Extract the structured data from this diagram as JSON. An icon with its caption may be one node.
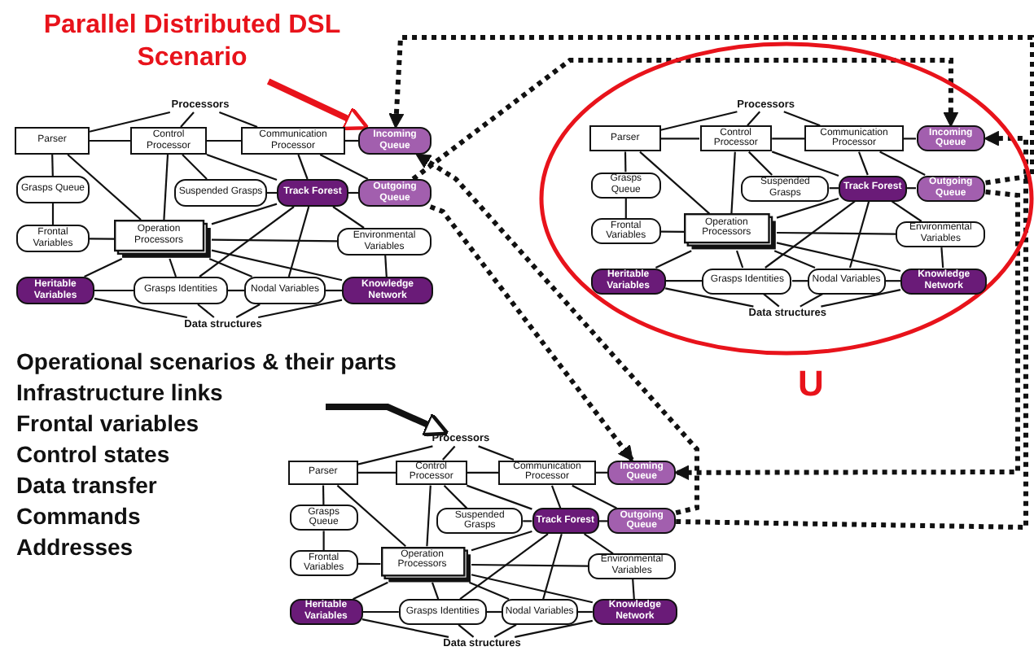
{
  "diagram": {
    "nodes": [
      {
        "text": [
          "Parallel Distributed DSL Scenario"
        ]
      },
      {
        "text": [
          "Processors"
        ]
      },
      {
        "text": [
          "Parser"
        ]
      },
      {
        "text": [
          "Control Processor"
        ]
      },
      {
        "text": [
          "Communication Processor"
        ]
      },
      {
        "text": [
          "Incoming Queue"
        ]
      },
      {
        "text": [
          "Grasps Queue"
        ]
      },
      {
        "text": [
          "Suspended Grasps"
        ]
      },
      {
        "text": [
          "Track Forest"
        ]
      },
      {
        "text": [
          "Outgoing Queue"
        ]
      },
      {
        "text": [
          "Frontal Variables"
        ]
      },
      {
        "text": [
          "Operation Processors"
        ]
      },
      {
        "text": [
          "Environmental Variables"
        ]
      },
      {
        "text": [
          "Heritable Variables"
        ]
      },
      {
        "text": [
          "Grasps Identities"
        ]
      },
      {
        "text": [
          "Nodal Variables"
        ]
      },
      {
        "text": [
          "Knowledge Network"
        ]
      },
      {
        "text": [
          "Data structures"
        ]
      },
      {
        "text": [
          "U"
        ]
      },
      {
        "text": [
          "Processors"
        ],
        "in": 18
      },
      {
        "text": [
          "Parser"
        ],
        "in": 18
      },
      {
        "text": [
          "Control Processor"
        ],
        "in": 18
      },
      {
        "text": [
          "Communication Processor"
        ],
        "in": 18
      },
      {
        "text": [
          "Incoming Queue"
        ],
        "in": 18
      },
      {
        "text": [
          "Grasps Queue"
        ],
        "in": 18
      },
      {
        "text": [
          "Suspended Grasps"
        ],
        "in": 18
      },
      {
        "text": [
          "Track Forest"
        ],
        "in": 18
      },
      {
        "text": [
          "Outgoing Queue"
        ],
        "in": 18
      },
      {
        "text": [
          "Frontal Variables"
        ],
        "in": 18
      },
      {
        "text": [
          "Operation Processors"
        ],
        "in": 18
      },
      {
        "text": [
          "Environmental Variables"
        ],
        "in": 18
      },
      {
        "text": [
          "Heritable Variables"
        ],
        "in": 18
      },
      {
        "text": [
          "Grasps Identities"
        ],
        "in": 18
      },
      {
        "text": [
          "Nodal Variables"
        ],
        "in": 18
      },
      {
        "text": [
          "Knowledge Network"
        ],
        "in": 18
      },
      {
        "text": [
          "Data structures"
        ],
        "in": 18
      },
      {
        "text": [
          "Operational scenarios & their parts",
          "Infrastructure links",
          "Frontal variables",
          "Control states",
          "Data transfer",
          "Commands",
          "Addresses"
        ]
      },
      {
        "text": [
          "Processors"
        ]
      },
      {
        "text": [
          "Parser"
        ]
      },
      {
        "text": [
          "Control Processor"
        ]
      },
      {
        "text": [
          "Communication Processor"
        ]
      },
      {
        "text": [
          "Incoming Queue"
        ]
      },
      {
        "text": [
          "Grasps Queue"
        ]
      },
      {
        "text": [
          "Suspended Grasps"
        ]
      },
      {
        "text": [
          "Track Forest"
        ]
      },
      {
        "text": [
          "Outgoing Queue"
        ]
      },
      {
        "text": [
          "Frontal Variables"
        ]
      },
      {
        "text": [
          "Operation Processors"
        ]
      },
      {
        "text": [
          "Environmental Variables"
        ]
      },
      {
        "text": [
          "Heritable Variables"
        ]
      },
      {
        "text": [
          "Grasps Identities"
        ]
      },
      {
        "text": [
          "Nodal Variables"
        ]
      },
      {
        "text": [
          "Knowledge Network"
        ]
      },
      {
        "text": [
          "Data structures"
        ]
      }
    ],
    "edges": [
      {
        "from": 0,
        "to": 5,
        "arrow": "to",
        "style": "thick",
        "color": "#e8131b"
      },
      {
        "from": 1,
        "to": 2,
        "arrow": "none"
      },
      {
        "from": 1,
        "to": 3,
        "arrow": "none"
      },
      {
        "from": 1,
        "to": 4,
        "arrow": "none"
      },
      {
        "from": 2,
        "to": 3,
        "arrow": "none"
      },
      {
        "from": 3,
        "to": 4,
        "arrow": "none"
      },
      {
        "from": 4,
        "to": 5,
        "arrow": "none"
      },
      {
        "from": 2,
        "to": 6,
        "arrow": "none"
      },
      {
        "from": 6,
        "to": 10,
        "arrow": "none"
      },
      {
        "from": 10,
        "to": 11,
        "arrow": "none"
      },
      {
        "from": 2,
        "to": 11,
        "arrow": "none"
      },
      {
        "from": 3,
        "to": 11,
        "arrow": "none"
      },
      {
        "from": 3,
        "to": 7,
        "arrow": "none"
      },
      {
        "from": 3,
        "to": 8,
        "arrow": "none"
      },
      {
        "from": 4,
        "to": 8,
        "arrow": "none"
      },
      {
        "from": 4,
        "to": 9,
        "arrow": "none"
      },
      {
        "from": 7,
        "to": 8,
        "arrow": "none"
      },
      {
        "from": 8,
        "to": 9,
        "arrow": "none"
      },
      {
        "from": 8,
        "to": 11,
        "arrow": "none"
      },
      {
        "from": 8,
        "to": 12,
        "arrow": "none"
      },
      {
        "from": 8,
        "to": 14,
        "arrow": "none"
      },
      {
        "from": 8,
        "to": 15,
        "arrow": "none"
      },
      {
        "from": 11,
        "to": 12,
        "arrow": "none"
      },
      {
        "from": 11,
        "to": 16,
        "arrow": "none"
      },
      {
        "from": 11,
        "to": 15,
        "arrow": "none"
      },
      {
        "from": 11,
        "to": 13,
        "arrow": "none"
      },
      {
        "from": 11,
        "to": 14,
        "arrow": "none"
      },
      {
        "from": 12,
        "to": 16,
        "arrow": "none"
      },
      {
        "from": 13,
        "to": 14,
        "arrow": "none"
      },
      {
        "from": 14,
        "to": 15,
        "arrow": "none"
      },
      {
        "from": 15,
        "to": 16,
        "arrow": "none"
      },
      {
        "from": 17,
        "to": 13,
        "arrow": "none"
      },
      {
        "from": 17,
        "to": 14,
        "arrow": "none"
      },
      {
        "from": 17,
        "to": 15,
        "arrow": "none"
      },
      {
        "from": 17,
        "to": 16,
        "arrow": "none"
      },
      {
        "from": 9,
        "to": 23,
        "arrow": "to",
        "style": "dashed"
      },
      {
        "from": 9,
        "to": 41,
        "arrow": "to",
        "style": "dashed"
      },
      {
        "from": 45,
        "to": 5,
        "arrow": "to",
        "style": "dashed"
      },
      {
        "from": 27,
        "to": 41,
        "arrow": "to",
        "style": "dashed"
      },
      {
        "from": 45,
        "to": 23,
        "arrow": "to",
        "style": "dashed"
      },
      {
        "from": 27,
        "to": 5,
        "arrow": "to",
        "style": "dashed"
      },
      {
        "from": 19,
        "to": 20,
        "arrow": "none"
      },
      {
        "from": 19,
        "to": 21,
        "arrow": "none"
      },
      {
        "from": 19,
        "to": 22,
        "arrow": "none"
      },
      {
        "from": 20,
        "to": 21,
        "arrow": "none"
      },
      {
        "from": 21,
        "to": 22,
        "arrow": "none"
      },
      {
        "from": 22,
        "to": 23,
        "arrow": "none"
      },
      {
        "from": 20,
        "to": 24,
        "arrow": "none"
      },
      {
        "from": 24,
        "to": 28,
        "arrow": "none"
      },
      {
        "from": 28,
        "to": 29,
        "arrow": "none"
      },
      {
        "from": 20,
        "to": 29,
        "arrow": "none"
      },
      {
        "from": 21,
        "to": 29,
        "arrow": "none"
      },
      {
        "from": 21,
        "to": 25,
        "arrow": "none"
      },
      {
        "from": 21,
        "to": 26,
        "arrow": "none"
      },
      {
        "from": 22,
        "to": 26,
        "arrow": "none"
      },
      {
        "from": 22,
        "to": 27,
        "arrow": "none"
      },
      {
        "from": 25,
        "to": 26,
        "arrow": "none"
      },
      {
        "from": 26,
        "to": 27,
        "arrow": "none"
      },
      {
        "from": 26,
        "to": 29,
        "arrow": "none"
      },
      {
        "from": 26,
        "to": 30,
        "arrow": "none"
      },
      {
        "from": 26,
        "to": 32,
        "arrow": "none"
      },
      {
        "from": 26,
        "to": 33,
        "arrow": "none"
      },
      {
        "from": 29,
        "to": 30,
        "arrow": "none"
      },
      {
        "from": 29,
        "to": 34,
        "arrow": "none"
      },
      {
        "from": 29,
        "to": 33,
        "arrow": "none"
      },
      {
        "from": 29,
        "to": 31,
        "arrow": "none"
      },
      {
        "from": 29,
        "to": 32,
        "arrow": "none"
      },
      {
        "from": 30,
        "to": 34,
        "arrow": "none"
      },
      {
        "from": 31,
        "to": 32,
        "arrow": "none"
      },
      {
        "from": 32,
        "to": 33,
        "arrow": "none"
      },
      {
        "from": 33,
        "to": 34,
        "arrow": "none"
      },
      {
        "from": 35,
        "to": 31,
        "arrow": "none"
      },
      {
        "from": 35,
        "to": 32,
        "arrow": "none"
      },
      {
        "from": 35,
        "to": 33,
        "arrow": "none"
      },
      {
        "from": 35,
        "to": 34,
        "arrow": "none"
      },
      {
        "from": 36,
        "to": 37,
        "arrow": "to",
        "style": "thick"
      },
      {
        "from": 37,
        "to": 38,
        "arrow": "none"
      },
      {
        "from": 37,
        "to": 39,
        "arrow": "none"
      },
      {
        "from": 37,
        "to": 40,
        "arrow": "none"
      },
      {
        "from": 38,
        "to": 39,
        "arrow": "none"
      },
      {
        "from": 39,
        "to": 40,
        "arrow": "none"
      },
      {
        "from": 40,
        "to": 41,
        "arrow": "none"
      },
      {
        "from": 38,
        "to": 42,
        "arrow": "none"
      },
      {
        "from": 42,
        "to": 46,
        "arrow": "none"
      },
      {
        "from": 46,
        "to": 47,
        "arrow": "none"
      },
      {
        "from": 38,
        "to": 47,
        "arrow": "none"
      },
      {
        "from": 39,
        "to": 47,
        "arrow": "none"
      },
      {
        "from": 39,
        "to": 43,
        "arrow": "none"
      },
      {
        "from": 39,
        "to": 44,
        "arrow": "none"
      },
      {
        "from": 40,
        "to": 44,
        "arrow": "none"
      },
      {
        "from": 40,
        "to": 45,
        "arrow": "none"
      },
      {
        "from": 43,
        "to": 44,
        "arrow": "none"
      },
      {
        "from": 44,
        "to": 45,
        "arrow": "none"
      },
      {
        "from": 44,
        "to": 47,
        "arrow": "none"
      },
      {
        "from": 44,
        "to": 48,
        "arrow": "none"
      },
      {
        "from": 44,
        "to": 50,
        "arrow": "none"
      },
      {
        "from": 44,
        "to": 51,
        "arrow": "none"
      },
      {
        "from": 47,
        "to": 48,
        "arrow": "none"
      },
      {
        "from": 47,
        "to": 52,
        "arrow": "none"
      },
      {
        "from": 47,
        "to": 51,
        "arrow": "none"
      },
      {
        "from": 47,
        "to": 49,
        "arrow": "none"
      },
      {
        "from": 47,
        "to": 50,
        "arrow": "none"
      },
      {
        "from": 48,
        "to": 52,
        "arrow": "none"
      },
      {
        "from": 49,
        "to": 50,
        "arrow": "none"
      },
      {
        "from": 50,
        "to": 51,
        "arrow": "none"
      },
      {
        "from": 51,
        "to": 52,
        "arrow": "none"
      },
      {
        "from": 53,
        "to": 49,
        "arrow": "none"
      },
      {
        "from": 53,
        "to": 50,
        "arrow": "none"
      },
      {
        "from": 53,
        "to": 51,
        "arrow": "none"
      },
      {
        "from": 53,
        "to": 52,
        "arrow": "none"
      }
    ]
  }
}
